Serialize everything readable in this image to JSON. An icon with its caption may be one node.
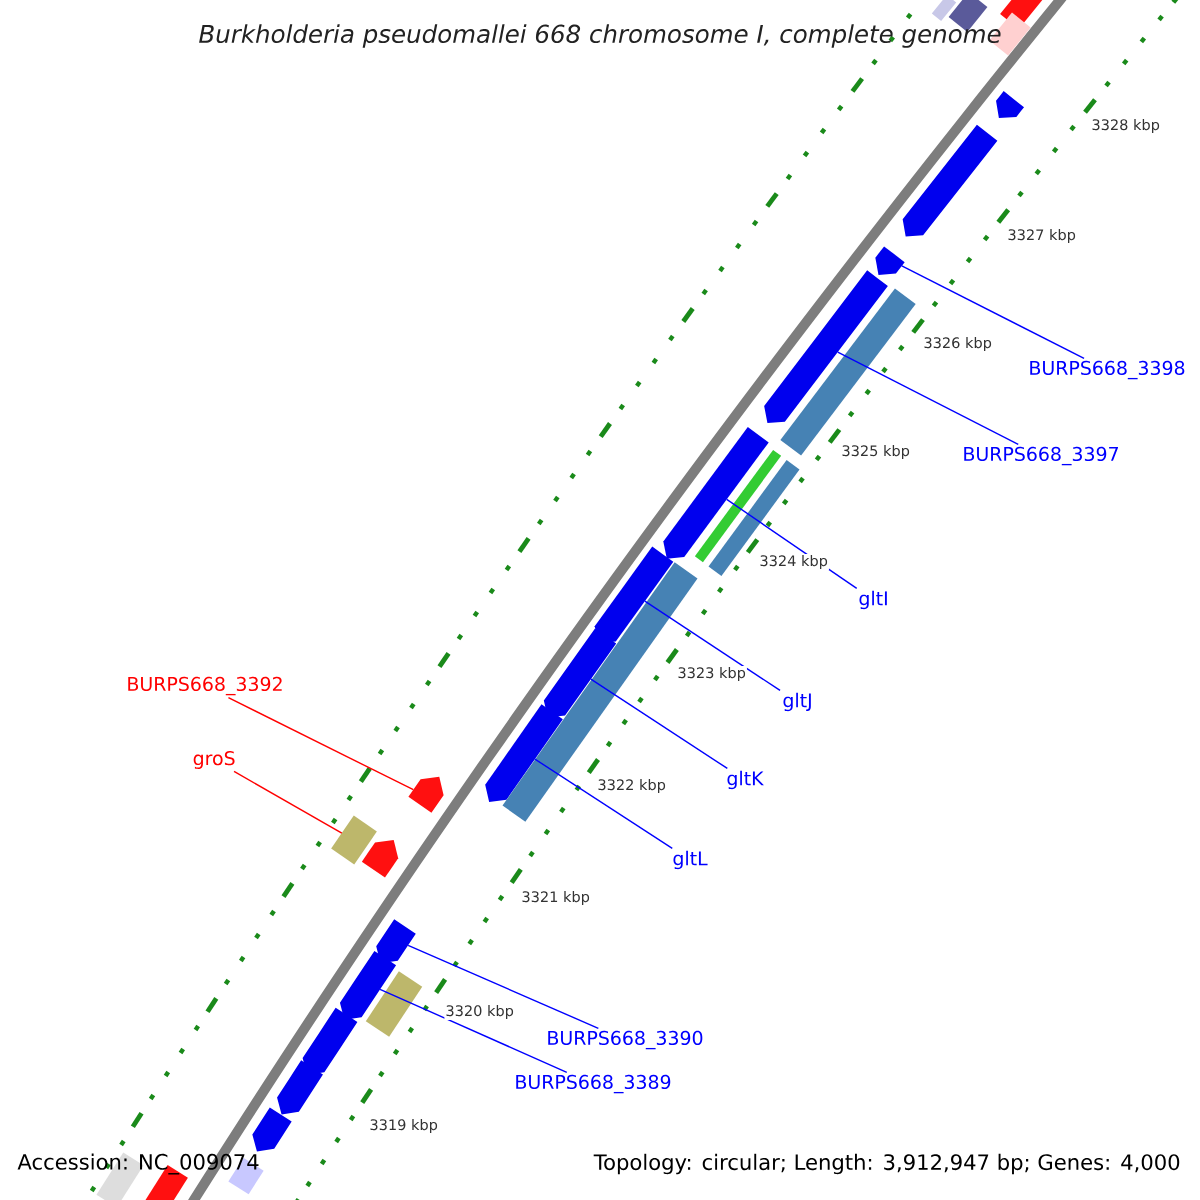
{
  "diagram": {
    "title": "Burkholderia pseudomallei 668 chromosome I, complete genome",
    "nodes": [
      {
        "text": [
          "BURPS668_3398"
        ]
      },
      {
        "text": [
          "BURPS668_3397"
        ]
      },
      {
        "text": [
          "gltI"
        ]
      },
      {
        "text": [
          "gltJ"
        ]
      },
      {
        "text": [
          "BURPS668_3392"
        ]
      },
      {
        "text": [
          "groS"
        ]
      },
      {
        "text": [
          "gltK"
        ]
      },
      {
        "text": [
          "gltL"
        ]
      },
      {
        "text": [
          "BURPS668_3390"
        ]
      },
      {
        "text": [
          "BURPS668_3389"
        ]
      },
      {
        "text": [],
        "shape": "arrow"
      },
      {
        "text": [],
        "shape": "arrow"
      },
      {
        "text": [],
        "shape": "arrow"
      },
      {
        "text": [],
        "shape": "arrow"
      },
      {
        "text": [],
        "shape": "arrow"
      },
      {
        "text": [],
        "shape": "box"
      },
      {
        "text": [],
        "shape": "arrow"
      },
      {
        "text": [],
        "shape": "arrow"
      },
      {
        "text": [],
        "shape": "arrow"
      },
      {
        "text": [],
        "shape": "arrow"
      },
      {
        "text": [],
        "shape": "arrow"
      },
      {
        "text": [],
        "shape": "arrow"
      },
      {
        "text": [],
        "shape": "bar"
      },
      {
        "text": [],
        "shape": "bar"
      },
      {
        "text": [],
        "shape": "bar"
      },
      {
        "text": [],
        "shape": "bar"
      },
      {
        "text": [],
        "shape": "arrow"
      },
      {
        "text": [],
        "shape": "box"
      },
      {
        "text": [],
        "shape": "arrow"
      },
      {
        "text": [],
        "shape": "arrow"
      },
      {
        "text": [],
        "shape": "arrow"
      }
    ],
    "edges": [
      {
        "from": 0,
        "to": 10,
        "arrow": "none"
      },
      {
        "from": 1,
        "to": 11,
        "arrow": "none"
      },
      {
        "from": 2,
        "to": 12,
        "arrow": "none"
      },
      {
        "from": 3,
        "to": 13,
        "arrow": "none"
      },
      {
        "from": 4,
        "to": 14,
        "arrow": "none",
        "color": "#ff0000"
      },
      {
        "from": 5,
        "to": 15,
        "arrow": "none",
        "color": "#ff0000"
      },
      {
        "from": 6,
        "to": 16,
        "arrow": "none"
      },
      {
        "from": 7,
        "to": 17,
        "arrow": "none"
      },
      {
        "from": 8,
        "to": 18,
        "arrow": "none"
      },
      {
        "from": 9,
        "to": 19,
        "arrow": "none"
      }
    ],
    "labels": [
      "3328 kbp",
      "3327 kbp",
      "3326 kbp",
      "3325 kbp",
      "3324 kbp",
      "3323 kbp",
      "3322 kbp",
      "3321 kbp",
      "3320 kbp",
      "3319 kbp",
      "Accession: NC_009074",
      "Topology: circular; Length: 3,912,947 bp; Genes: 4,000"
    ]
  }
}
